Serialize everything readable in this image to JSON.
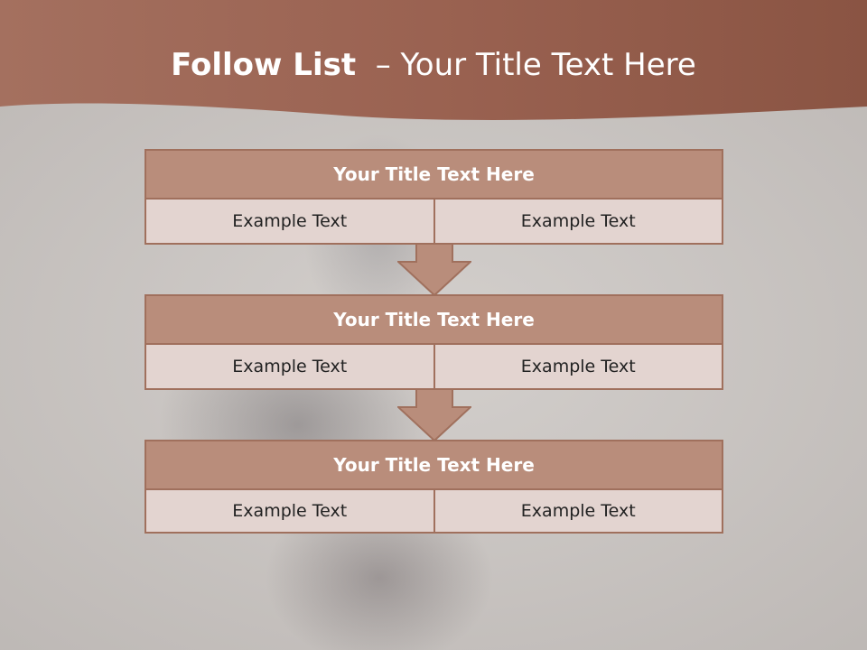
{
  "slide": {
    "title_bold": "Follow List",
    "title_rest": "  – Your Title Text Here"
  },
  "blocks": [
    {
      "title": "Your Title Text Here",
      "left": "Example Text",
      "right": "Example Text"
    },
    {
      "title": "Your Title Text Here",
      "left": "Example Text",
      "right": "Example Text"
    },
    {
      "title": "Your Title Text Here",
      "left": "Example Text",
      "right": "Example Text"
    }
  ],
  "colors": {
    "header": "#9a6250",
    "block_title_bg": "#b98d7b",
    "block_cell_bg": "#e3d4d0",
    "border": "#a0705d",
    "arrow": "#b98d7b"
  }
}
